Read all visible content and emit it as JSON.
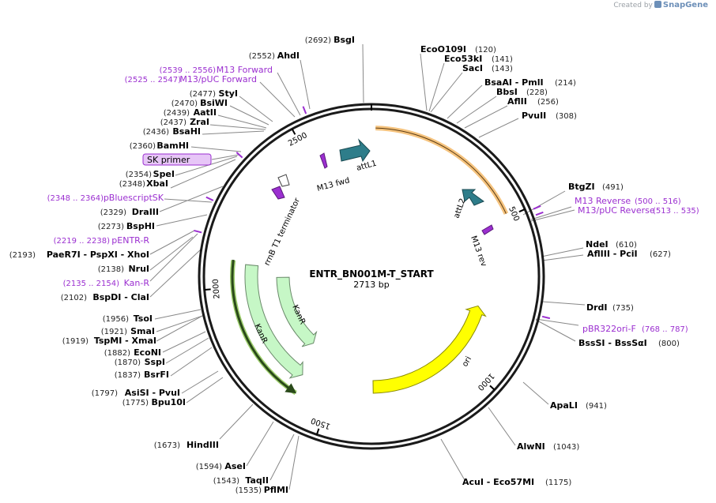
{
  "credit": {
    "prefix": "Created by",
    "brand": "SnapGene"
  },
  "plasmid": {
    "name": "ENTR_BN001M-T_START",
    "length": "2713 bp",
    "bp": 2713
  },
  "colors": {
    "backbone": "#1a1a1a",
    "kanR": "#c6f7c6",
    "ori": "#ffff00",
    "att": "#2e7d8a",
    "primer": "#9b2fd0",
    "promoter": "#ffffff",
    "attL_sel": "#f3b45e",
    "kan_sel": "#7fbf3f"
  },
  "ticks": [
    {
      "label": "500",
      "pos": 500
    },
    {
      "label": "1000",
      "pos": 1000
    },
    {
      "label": "1500",
      "pos": 1500
    },
    {
      "label": "2000",
      "pos": 2000
    },
    {
      "label": "2500",
      "pos": 2500
    }
  ],
  "features": [
    {
      "name": "attL1",
      "start": 12,
      "end": 120,
      "kind": "att"
    },
    {
      "name": "M13 fwd",
      "start": 2540,
      "end": 2556,
      "kind": "primer_bind"
    },
    {
      "name": "attL2",
      "start": 420,
      "end": 520,
      "kind": "att"
    },
    {
      "name": "M13 rev",
      "start": 520,
      "end": 536,
      "kind": "primer_bind"
    },
    {
      "name": "rrnB T1 terminator",
      "start": 2330,
      "end": 2380,
      "kind": "terminator"
    },
    {
      "name": "KanR",
      "start": 1605,
      "end": 2100,
      "kind": "cds"
    },
    {
      "name": "KanR",
      "start": 1640,
      "end": 2060,
      "kind": "cds"
    },
    {
      "name": "ori",
      "start": 775,
      "end": 1350,
      "kind": "ori"
    }
  ],
  "site_labels_right": [
    {
      "name": "EcoO109I",
      "num": "(120)"
    },
    {
      "name": "Eco53kI",
      "num": "(141)"
    },
    {
      "name": "SacI",
      "num": "(143)"
    },
    {
      "name": "BsaAI  - PmlI",
      "num": "(214)"
    },
    {
      "name": "BbsI",
      "num": "(228)"
    },
    {
      "name": "AflII",
      "num": "(256)"
    },
    {
      "name": "PvuII",
      "num": "(308)"
    },
    {
      "name": "BtgZI",
      "num": "(491)"
    },
    {
      "name": "NdeI",
      "num": "(610)"
    },
    {
      "name": "AflIII  - PciI",
      "num": "(627)"
    },
    {
      "name": "DrdI",
      "num": "(735)"
    },
    {
      "name": "BssSI  - BssSαI",
      "num": "(800)"
    },
    {
      "name": "ApaLI",
      "num": "(941)"
    },
    {
      "name": "AlwNI",
      "num": "(1043)"
    },
    {
      "name": "AcuI  - Eco57MI",
      "num": "(1175)"
    }
  ],
  "primer_labels_right": [
    {
      "name": "M13 Reverse",
      "num": "(500 .. 516)"
    },
    {
      "name": "M13/pUC Reverse",
      "num": "(513 .. 535)"
    },
    {
      "name": "pBR322ori-F",
      "num": "(768 .. 787)"
    }
  ],
  "site_labels_left": [
    {
      "name": "BsgI",
      "num": "(2692)"
    },
    {
      "name": "AhdI",
      "num": "(2552)"
    },
    {
      "name": "StyI",
      "num": "(2477)"
    },
    {
      "name": "BsiWI",
      "num": "(2470)"
    },
    {
      "name": "AatII",
      "num": "(2439)"
    },
    {
      "name": "ZraI",
      "num": "(2437)"
    },
    {
      "name": "BsaHI",
      "num": "(2436)"
    },
    {
      "name": "BamHI",
      "num": "(2360)"
    },
    {
      "name": "SpeI",
      "num": "(2354)"
    },
    {
      "name": "XbaI",
      "num": "(2348)"
    },
    {
      "name": "DraIII",
      "num": "(2329)"
    },
    {
      "name": "BspHI",
      "num": "(2273)"
    },
    {
      "name": "PaeR7I  - PspXI  - XhoI",
      "num": "(2193)"
    },
    {
      "name": "NruI",
      "num": "(2138)"
    },
    {
      "name": "BspDI  - ClaI",
      "num": "(2102)"
    },
    {
      "name": "TsoI",
      "num": "(1956)"
    },
    {
      "name": "SmaI",
      "num": "(1921)"
    },
    {
      "name": "TspMI  - XmaI",
      "num": "(1919)"
    },
    {
      "name": "EcoNI",
      "num": "(1882)"
    },
    {
      "name": "SspI",
      "num": "(1870)"
    },
    {
      "name": "BsrFI",
      "num": "(1837)"
    },
    {
      "name": "AsiSI  - PvuI",
      "num": "(1797)"
    },
    {
      "name": "Bpu10I",
      "num": "(1775)"
    },
    {
      "name": "HindIII",
      "num": "(1673)"
    },
    {
      "name": "AseI",
      "num": "(1594)"
    },
    {
      "name": "TaqII",
      "num": "(1543)"
    },
    {
      "name": "PflMI",
      "num": "(1535)"
    }
  ],
  "primer_labels_left": [
    {
      "name": "M13 Forward",
      "num": "(2539 .. 2556)"
    },
    {
      "name": "M13/pUC Forward",
      "num": "(2525 .. 2547)"
    },
    {
      "name": "SK primer",
      "num": ""
    },
    {
      "name": "pBluescriptSK",
      "num": "(2348 .. 2364)"
    },
    {
      "name": "pENTR-R",
      "num": "(2219 .. 2238)"
    },
    {
      "name": "Kan-R",
      "num": "(2135 .. 2154)"
    }
  ]
}
